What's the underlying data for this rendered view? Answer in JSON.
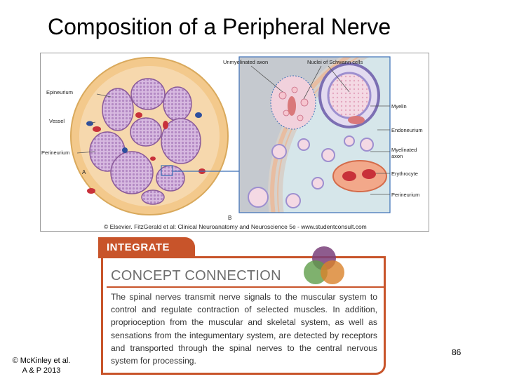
{
  "slide": {
    "title": "Composition of a Peripheral Nerve",
    "page_number": "86",
    "copyright_line1": "© McKinley et al.",
    "copyright_line2": "A & P 2013"
  },
  "figure": {
    "caption": "© Elsevier. FitzGerald et al: Clinical Neuroanatomy and Neuroscience 5e - www.studentconsult.com",
    "panel_a": "A",
    "panel_b": "B",
    "labels": {
      "epineurium": "Epineurium",
      "vessel": "Vessel",
      "perineurium_left": "Perineurium",
      "unmyelinated_axon": "Unmyelinated axon",
      "schwann_nuclei": "Nuclei of Schwann cells",
      "myelin": "Myelin",
      "endoneurium": "Endoneurium",
      "myelinated_axon_1": "Myelinated",
      "myelinated_axon_2": "axon",
      "erythrocyte": "Erythrocyte",
      "perineurium_right": "Perineurium"
    },
    "colors": {
      "epineurium": "#f2c98a",
      "fascicle": "#c9a7d6",
      "vessel_red": "#c8313a",
      "vessel_blue": "#2d4f9e"
    }
  },
  "integrate": {
    "tab_label": "INTEGRATE",
    "heading": "CONCEPT CONNECTION",
    "body": "The spinal nerves transmit nerve signals to the muscular system to control and regulate contraction of selected muscles. In addition, proprioception from the muscular and skeletal system, as well as sensations from the integumentary system, are detected by receptors and transported through the spinal nerves to the central nervous system for processing.",
    "accent_color": "#c8542a",
    "venn_colors": [
      "#7a3f7a",
      "#5f9e4a",
      "#d9822b"
    ]
  }
}
